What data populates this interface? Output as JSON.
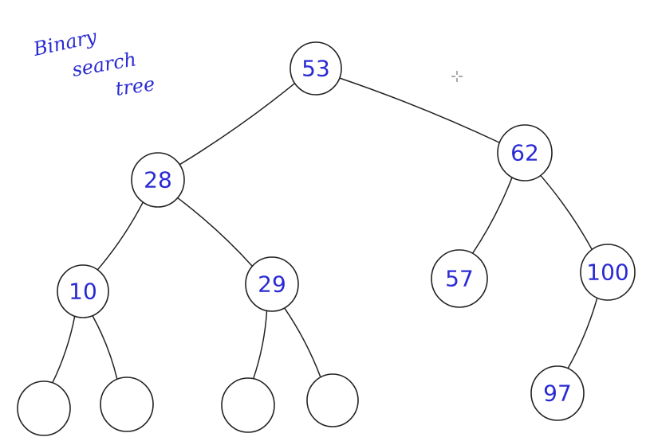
{
  "title": {
    "lines": [
      "Binary",
      "search",
      "tree"
    ]
  },
  "tree": {
    "nodes": [
      {
        "id": "n53",
        "label": "53"
      },
      {
        "id": "n28",
        "label": "28"
      },
      {
        "id": "n62",
        "label": "62"
      },
      {
        "id": "n10",
        "label": "10"
      },
      {
        "id": "n29",
        "label": "29"
      },
      {
        "id": "n57",
        "label": "57"
      },
      {
        "id": "n100",
        "label": "100"
      },
      {
        "id": "n97",
        "label": "97"
      },
      {
        "id": "e1",
        "label": ""
      },
      {
        "id": "e2",
        "label": ""
      },
      {
        "id": "e3",
        "label": ""
      },
      {
        "id": "e4",
        "label": ""
      }
    ],
    "edges": [
      [
        "n53",
        "n28"
      ],
      [
        "n53",
        "n62"
      ],
      [
        "n28",
        "n10"
      ],
      [
        "n28",
        "n29"
      ],
      [
        "n62",
        "n57"
      ],
      [
        "n62",
        "n100"
      ],
      [
        "n10",
        "e1"
      ],
      [
        "n10",
        "e2"
      ],
      [
        "n29",
        "e3"
      ],
      [
        "n29",
        "e4"
      ],
      [
        "n100",
        "n97"
      ]
    ]
  },
  "colors": {
    "ink": "#2a2ad4",
    "line": "#222222"
  },
  "cursor": {
    "icon": "crosshair-cursor-icon"
  }
}
